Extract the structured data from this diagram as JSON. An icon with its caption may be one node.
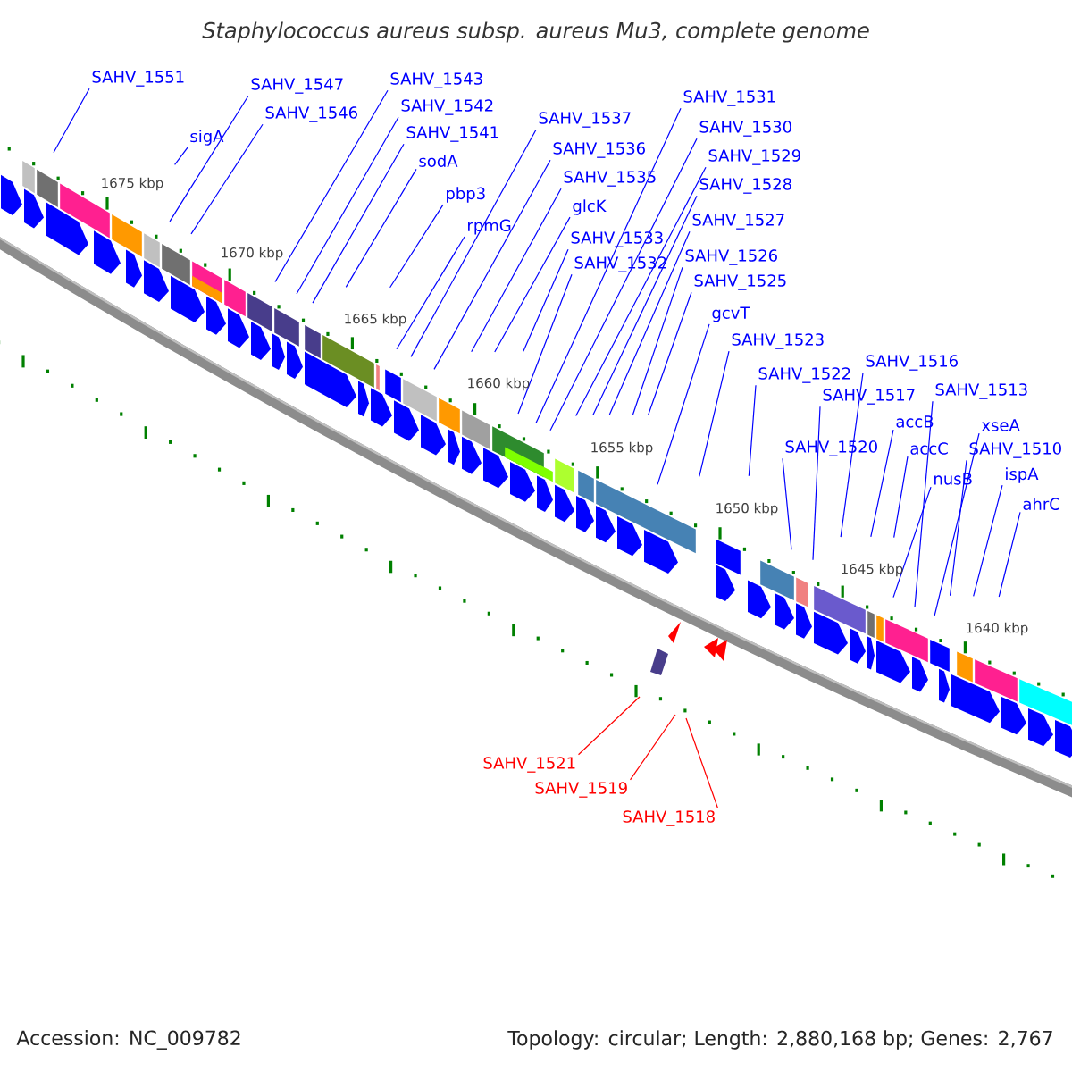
{
  "diagram": {
    "title": "Staphylococcus aureus subsp. aureus Mu3, complete genome",
    "nodes": [
      {
        "text": [
          "SAHV_1551"
        ]
      },
      {
        "text": [
          "sigA"
        ]
      },
      {
        "text": [
          "SAHV_1547"
        ]
      },
      {
        "text": [
          "SAHV_1546"
        ]
      },
      {
        "text": [
          "SAHV_1543"
        ]
      },
      {
        "text": [
          "SAHV_1542"
        ]
      },
      {
        "text": [
          "SAHV_1541"
        ]
      },
      {
        "text": [
          "sodA"
        ]
      },
      {
        "text": [
          "pbp3"
        ]
      },
      {
        "text": [
          "rpmG"
        ]
      },
      {
        "text": [
          "SAHV_1537"
        ]
      },
      {
        "text": [
          "SAHV_1536"
        ]
      },
      {
        "text": [
          "SAHV_1535"
        ]
      },
      {
        "text": [
          "glcK"
        ]
      },
      {
        "text": [
          "SAHV_1533"
        ]
      },
      {
        "text": [
          "SAHV_1532"
        ]
      },
      {
        "text": [
          "SAHV_1531"
        ]
      },
      {
        "text": [
          "SAHV_1530"
        ]
      },
      {
        "text": [
          "SAHV_1529"
        ]
      },
      {
        "text": [
          "SAHV_1528"
        ]
      },
      {
        "text": [
          "SAHV_1527"
        ]
      },
      {
        "text": [
          "SAHV_1526"
        ]
      },
      {
        "text": [
          "SAHV_1525"
        ]
      },
      {
        "text": [
          "gcvT"
        ]
      },
      {
        "text": [
          "SAHV_1523"
        ]
      },
      {
        "text": [
          "SAHV_1522"
        ]
      },
      {
        "text": [
          "SAHV_1516"
        ]
      },
      {
        "text": [
          "SAHV_1517"
        ]
      },
      {
        "text": [
          "SAHV_1520"
        ]
      },
      {
        "text": [
          "accB"
        ]
      },
      {
        "text": [
          "accC"
        ]
      },
      {
        "text": [
          "SAHV_1513"
        ]
      },
      {
        "text": [
          "xseA"
        ]
      },
      {
        "text": [
          "SAHV_1510"
        ]
      },
      {
        "text": [
          "nusB"
        ]
      },
      {
        "text": [
          "ispA"
        ]
      },
      {
        "text": [
          "ahrC"
        ]
      },
      {
        "text": [
          "SAHV_1521"
        ]
      },
      {
        "text": [
          "SAHV_1519"
        ]
      },
      {
        "text": [
          "SAHV_1518"
        ]
      }
    ],
    "edges": [
      {
        "from": 0,
        "to": null,
        "arrow": "none"
      },
      {
        "from": 1,
        "to": null,
        "arrow": "none"
      },
      {
        "from": 2,
        "to": null,
        "arrow": "none"
      },
      {
        "from": 3,
        "to": null,
        "arrow": "none"
      },
      {
        "from": 4,
        "to": null,
        "arrow": "none"
      },
      {
        "from": 5,
        "to": null,
        "arrow": "none"
      },
      {
        "from": 6,
        "to": null,
        "arrow": "none"
      },
      {
        "from": 7,
        "to": null,
        "arrow": "none"
      },
      {
        "from": 8,
        "to": null,
        "arrow": "none"
      },
      {
        "from": 9,
        "to": null,
        "arrow": "none"
      },
      {
        "from": 10,
        "to": null,
        "arrow": "none"
      },
      {
        "from": 11,
        "to": null,
        "arrow": "none"
      },
      {
        "from": 12,
        "to": null,
        "arrow": "none"
      },
      {
        "from": 13,
        "to": null,
        "arrow": "none"
      },
      {
        "from": 14,
        "to": null,
        "arrow": "none"
      },
      {
        "from": 15,
        "to": null,
        "arrow": "none"
      },
      {
        "from": 16,
        "to": null,
        "arrow": "none"
      },
      {
        "from": 17,
        "to": null,
        "arrow": "none"
      },
      {
        "from": 18,
        "to": null,
        "arrow": "none"
      },
      {
        "from": 19,
        "to": null,
        "arrow": "none"
      },
      {
        "from": 20,
        "to": null,
        "arrow": "none"
      },
      {
        "from": 21,
        "to": null,
        "arrow": "none"
      },
      {
        "from": 22,
        "to": null,
        "arrow": "none"
      },
      {
        "from": 23,
        "to": null,
        "arrow": "none"
      },
      {
        "from": 24,
        "to": null,
        "arrow": "none"
      },
      {
        "from": 25,
        "to": null,
        "arrow": "none"
      },
      {
        "from": 26,
        "to": null,
        "arrow": "none"
      },
      {
        "from": 27,
        "to": null,
        "arrow": "none"
      },
      {
        "from": 28,
        "to": null,
        "arrow": "none"
      },
      {
        "from": 29,
        "to": null,
        "arrow": "none"
      },
      {
        "from": 30,
        "to": null,
        "arrow": "none"
      },
      {
        "from": 31,
        "to": null,
        "arrow": "none"
      },
      {
        "from": 32,
        "to": null,
        "arrow": "none"
      },
      {
        "from": 33,
        "to": null,
        "arrow": "none"
      },
      {
        "from": 34,
        "to": null,
        "arrow": "none"
      },
      {
        "from": 35,
        "to": null,
        "arrow": "none"
      },
      {
        "from": 36,
        "to": null,
        "arrow": "none"
      },
      {
        "from": 37,
        "to": null,
        "arrow": "none",
        "color": "#ff0000"
      },
      {
        "from": 38,
        "to": null,
        "arrow": "none",
        "color": "#ff0000"
      },
      {
        "from": 39,
        "to": null,
        "arrow": "none",
        "color": "#ff0000"
      }
    ],
    "labels": [
      "1675 kbp",
      "1670 kbp",
      "1665 kbp",
      "1660 kbp",
      "1655 kbp",
      "1650 kbp",
      "1645 kbp",
      "1640 kbp",
      "Accession: NC_009782",
      "Topology: circular; Length: 2,880,168 bp; Genes: 2,767"
    ]
  }
}
